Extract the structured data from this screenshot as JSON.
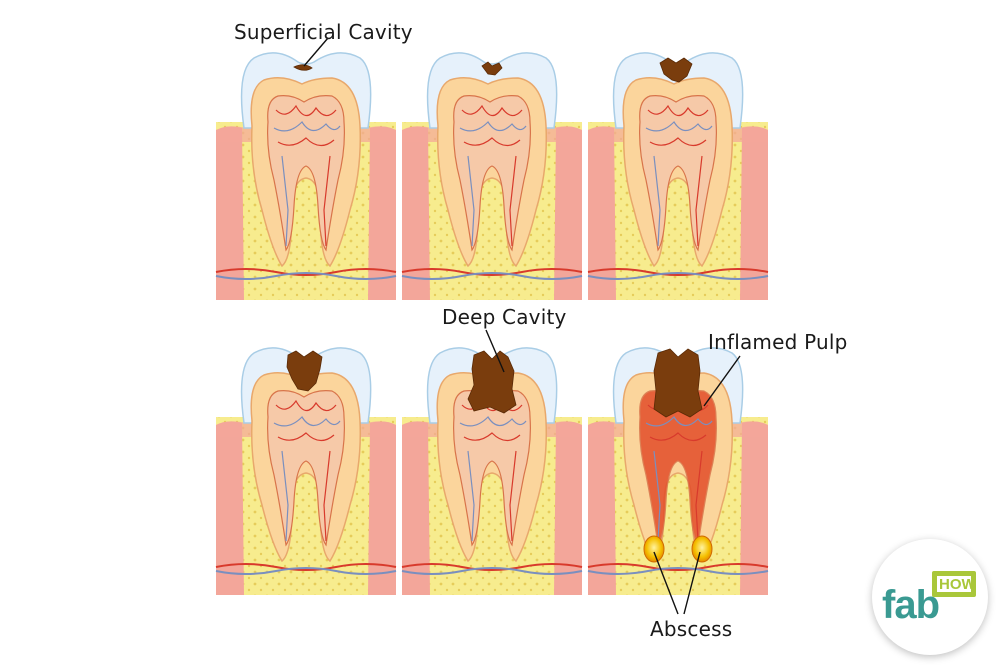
{
  "labels": {
    "superficial": "Superficial Cavity",
    "deep": "Deep Cavity",
    "inflamed": "Inflamed Pulp",
    "abscess": "Abscess"
  },
  "logo": {
    "primary": "fab",
    "secondary": "HOW"
  },
  "panels": [
    {
      "stage": 1,
      "cavity": "superficial"
    },
    {
      "stage": 2,
      "cavity": "small"
    },
    {
      "stage": 3,
      "cavity": "medium"
    },
    {
      "stage": 4,
      "cavity": "enamel-deep"
    },
    {
      "stage": 5,
      "cavity": "deep"
    },
    {
      "stage": 6,
      "cavity": "pulp",
      "inflamed": true,
      "abscess": true
    }
  ],
  "colors": {
    "bone": "#f7ec8e",
    "bone_dots": "#e6cc5a",
    "gum": "#f3a69a",
    "enamel": "#e6f1fb",
    "enamel_edge": "#a9cde6",
    "dentin": "#fbd59c",
    "dentin_edge": "#e8a86c",
    "pulp_inner": "#f6c9a8",
    "vessel_red": "#d83a2c",
    "vessel_blue": "#7a8fbf",
    "cavity": "#7a3d0d",
    "abscess": "#f5b800"
  }
}
